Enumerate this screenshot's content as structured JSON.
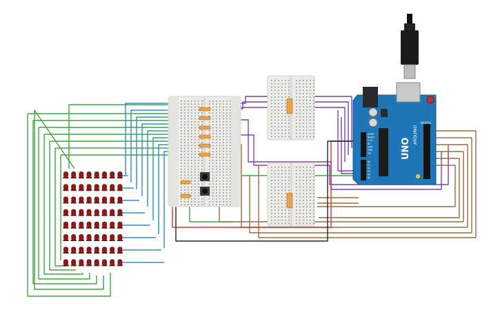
{
  "canvas": {
    "background": "#ffffff"
  },
  "components": {
    "led_matrix": {
      "rows": 8,
      "cols": 8,
      "color": "#8b1a1a"
    },
    "arduino": {
      "board_color": "#1f76b6",
      "logo_text": "UNO",
      "brand_text": "ARDUINO",
      "power_labels": [
        "IOREF",
        "RESET",
        "3.3V",
        "5V",
        "GND",
        "GND",
        "Vin"
      ],
      "analog_labels": [
        "A0",
        "A1",
        "A2",
        "A3",
        "A4",
        "A5"
      ],
      "digital_label": "DIGITAL"
    },
    "usb_cable": {
      "color": "#111111"
    },
    "main_breadboard": {
      "color": "#e9e9e6"
    },
    "mini_breadboard_top": {
      "color": "#e9e9e6"
    },
    "mini_breadboard_bottom": {
      "color": "#e9e9e6"
    },
    "push_buttons": {
      "count": 2
    }
  },
  "wire_colors": {
    "green": "#3aa63a",
    "blue": "#2b8fd0",
    "purple": "#7a3fb0",
    "brown": "#9a6a3a",
    "red": "#d63030",
    "black": "#222222",
    "orange": "#e88a2a"
  }
}
